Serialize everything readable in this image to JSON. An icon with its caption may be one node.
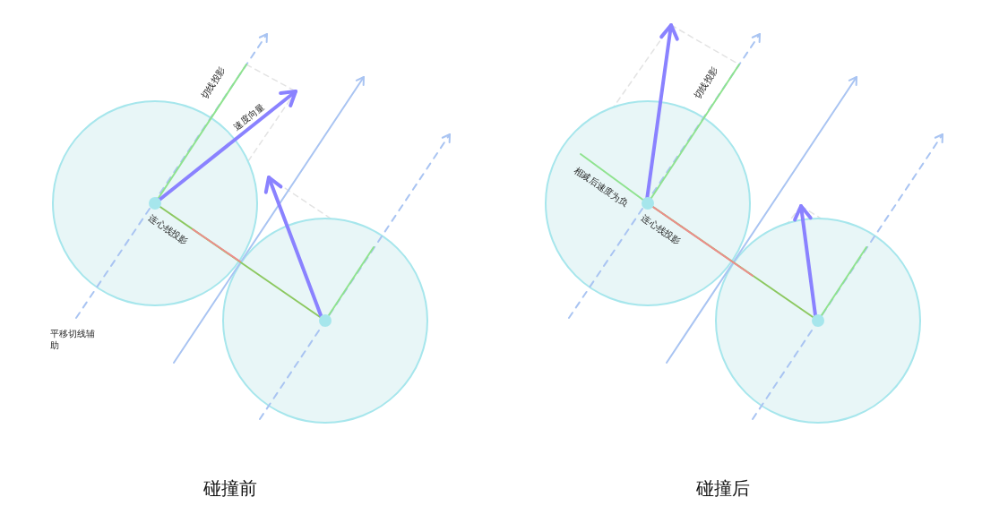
{
  "diagram": {
    "labels": [
      "切线投影",
      "速度向量",
      "连心线投影",
      "平移切线辅助",
      "碰撞前",
      "切线投影",
      "相减后速度为负",
      "连心线投影",
      "碰撞后"
    ]
  }
}
